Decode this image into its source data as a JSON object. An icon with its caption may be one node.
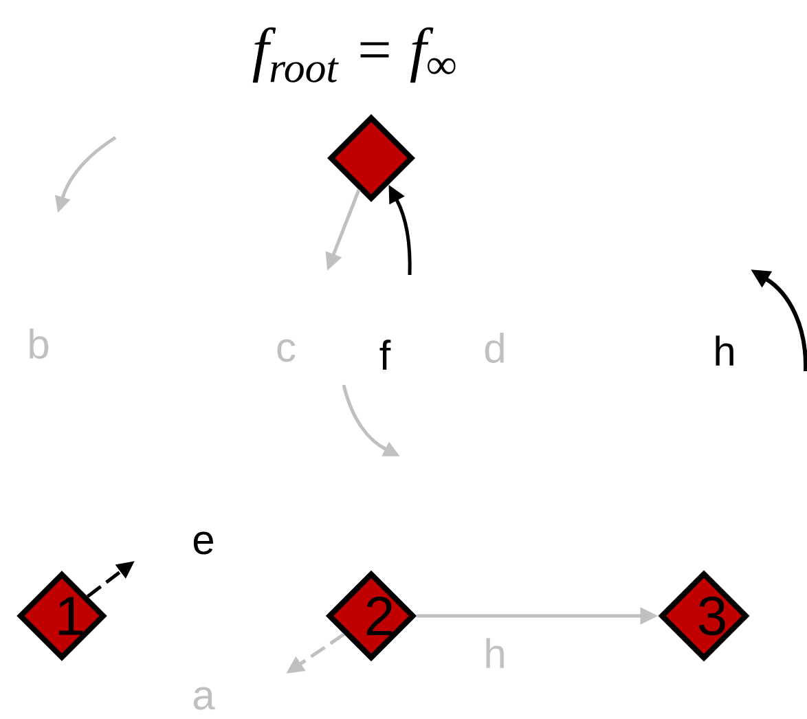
{
  "diagram": {
    "title": "f$_{root}$ = f$_{∞}$",
    "nodes": [
      {
        "text": [],
        "shape": "diamond"
      },
      {
        "text": [
          "1"
        ]
      },
      {
        "text": [
          "2"
        ]
      },
      {
        "text": [
          "3"
        ]
      }
    ],
    "edges": [
      {
        "from": 2,
        "to": 3,
        "arrow": "to",
        "label": "h"
      },
      {
        "from": 0,
        "to": null,
        "arrow": "to"
      },
      {
        "from": null,
        "to": 0,
        "arrow": "to",
        "color": "#000000"
      },
      {
        "from": 1,
        "to": null,
        "arrow": "to",
        "color": "#000000",
        "style": "dashed"
      },
      {
        "from": 2,
        "to": null,
        "arrow": "to",
        "style": "dashed"
      }
    ],
    "labels": [
      "b",
      "c",
      "f",
      "d",
      "h",
      "e",
      "a"
    ]
  }
}
